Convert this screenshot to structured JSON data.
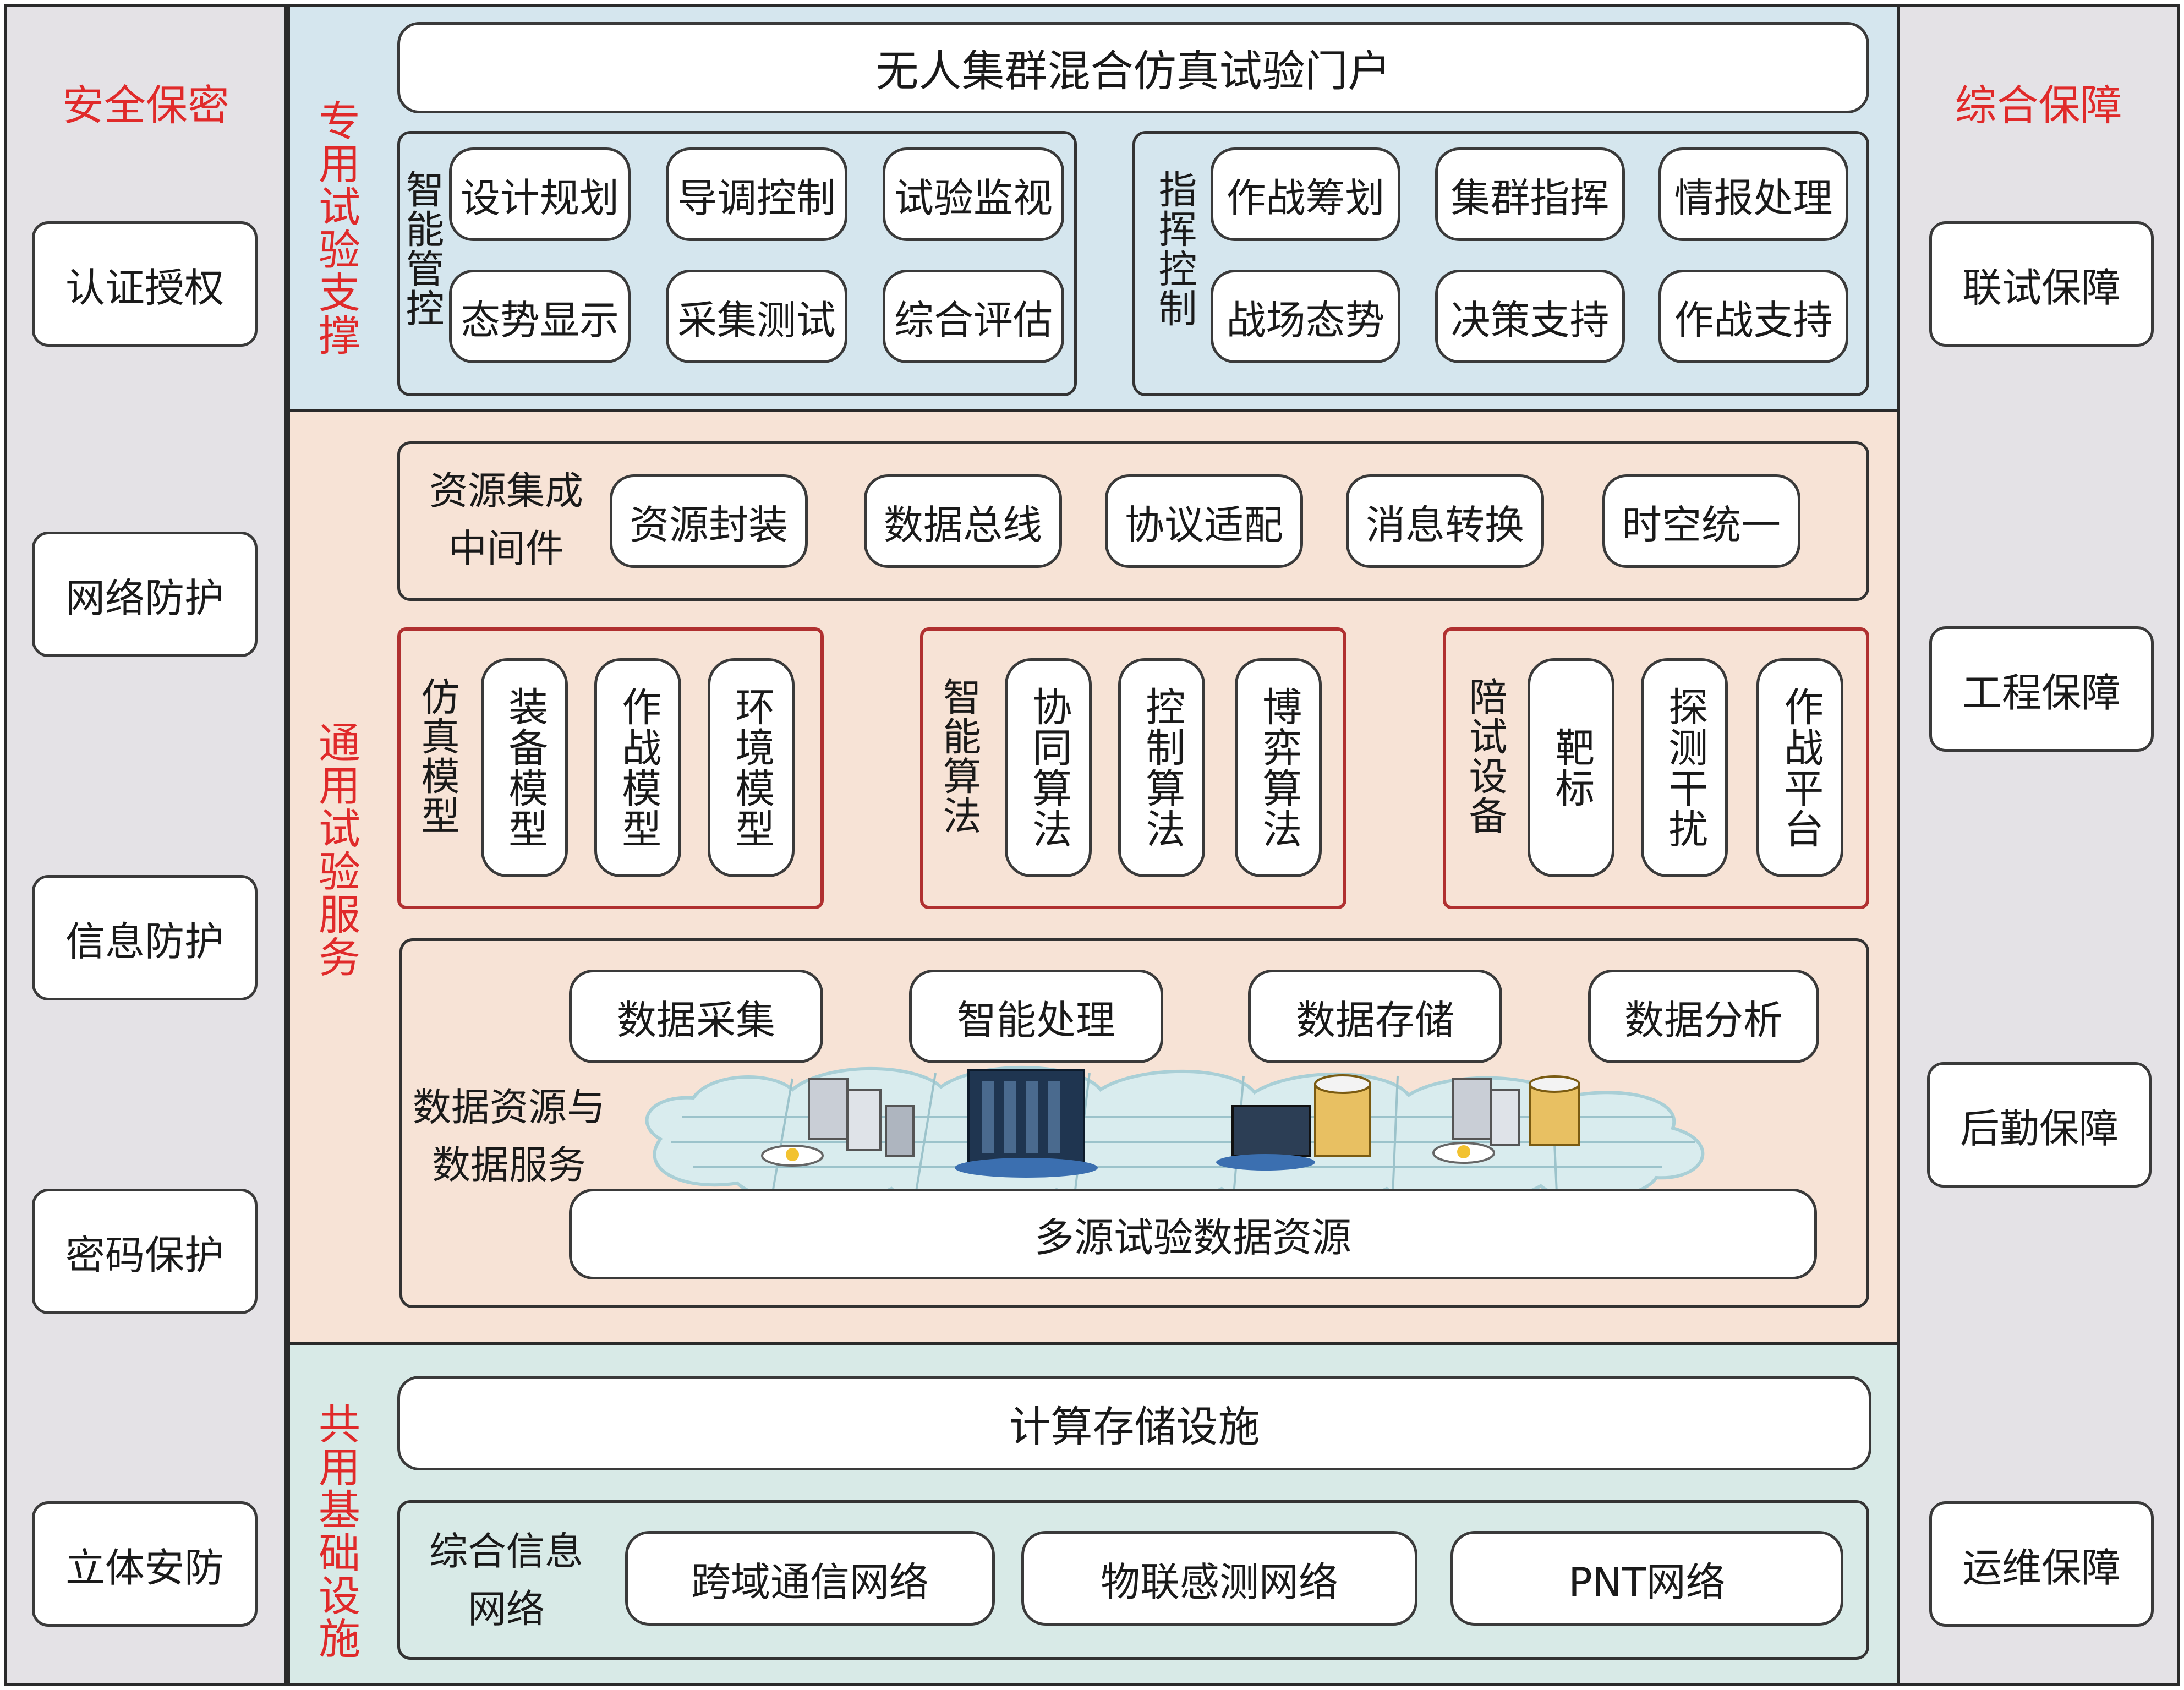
{
  "left": {
    "title": "安全保密",
    "items": [
      "认证授权",
      "网络防护",
      "信息防护",
      "密码保护",
      "立体安防"
    ]
  },
  "right": {
    "title": "综合保障",
    "items": [
      "联试保障",
      "工程保障",
      "后勤保障",
      "运维保障"
    ]
  },
  "special": {
    "title": "专用试验支撑",
    "portal": "无人集群混合仿真试验门户",
    "smart_control": {
      "label": "智能管控",
      "items": [
        "设计规划",
        "导调控制",
        "试验监视",
        "态势显示",
        "采集测试",
        "综合评估"
      ]
    },
    "command_control": {
      "label": "指挥控制",
      "items": [
        "作战筹划",
        "集群指挥",
        "情报处理",
        "战场态势",
        "决策支持",
        "作战支持"
      ]
    }
  },
  "general": {
    "title": "通用试验服务",
    "middleware": {
      "label": "资源集成中间件",
      "label_line1": "资源集成",
      "label_line2": "中间件",
      "items": [
        "资源封装",
        "数据总线",
        "协议适配",
        "消息转换",
        "时空统一"
      ]
    },
    "sim_models": {
      "label": "仿真模型",
      "items": [
        "装备模型",
        "作战模型",
        "环境模型"
      ]
    },
    "algorithms": {
      "label": "智能算法",
      "items": [
        "协同算法",
        "控制算法",
        "博弈算法"
      ]
    },
    "equipment": {
      "label": "陪试设备",
      "items": [
        "靶标",
        "探测干扰",
        "作战平台"
      ]
    },
    "data": {
      "label_line1": "数据资源与",
      "label_line2": "数据服务",
      "items": [
        "数据采集",
        "智能处理",
        "数据存储",
        "数据分析"
      ],
      "resource": "多源试验数据资源"
    }
  },
  "infra": {
    "title": "共用基础设施",
    "compute": "计算存储设施",
    "network": {
      "label_line1": "综合信息",
      "label_line2": "网络",
      "items": [
        "跨域通信网络",
        "物联感测网络",
        "PNT网络"
      ]
    }
  },
  "colors": {
    "special_bg": "#d5e6ee",
    "general_bg": "#f7e3d6",
    "infra_bg": "#d8eae7",
    "side_bg": "#e4e2e6",
    "accent_red": "#e02a2a",
    "group_border": "#b03030"
  }
}
